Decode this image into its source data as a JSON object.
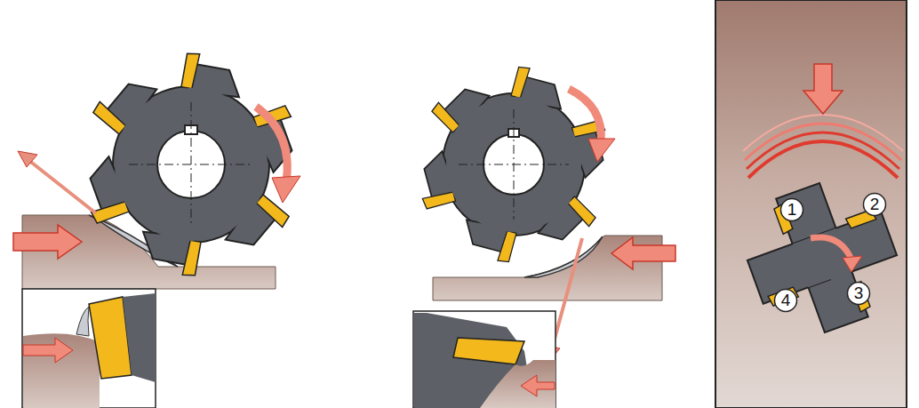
{
  "diagram": {
    "nodes": [
      {
        "text": [
          "1"
        ]
      },
      {
        "text": [
          "2"
        ]
      },
      {
        "text": [
          "4"
        ]
      },
      {
        "text": [
          "3"
        ]
      }
    ]
  }
}
